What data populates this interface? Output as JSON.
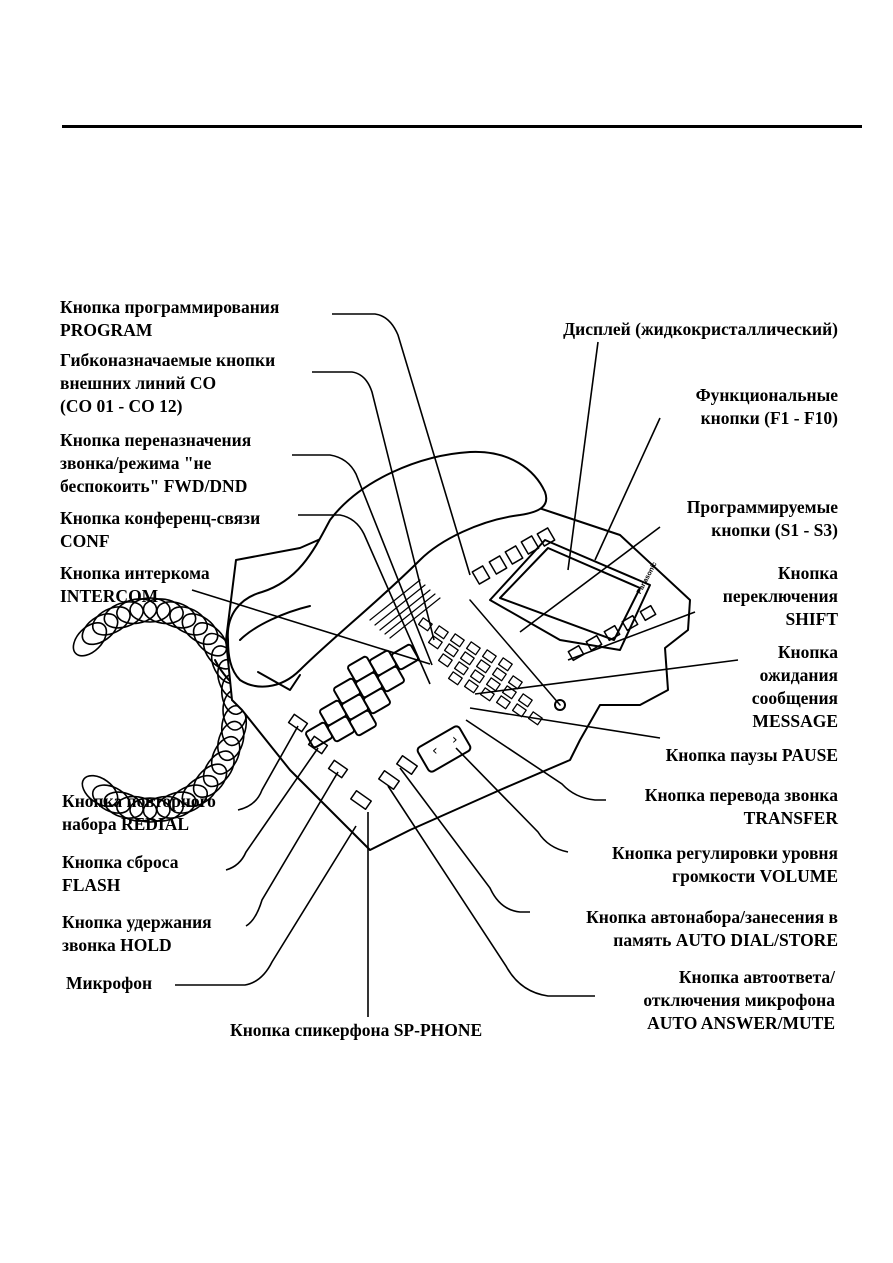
{
  "labels": {
    "program": [
      "Кнопка программирования",
      "PROGRAM"
    ],
    "co_lines": [
      "Гибконазначаемые кнопки",
      "внешних линий CO",
      "(CO 01 - CO 12)"
    ],
    "fwd_dnd": [
      "Кнопка переназначения",
      "звонка/режима \"не",
      "беспокоить\" FWD/DND"
    ],
    "conf": [
      "Кнопка конференц-связи",
      "CONF"
    ],
    "intercom": [
      "Кнопка интеркома",
      "INTERCOM"
    ],
    "redial": [
      "Кнопка повторного",
      "набора REDIAL"
    ],
    "flash": [
      "Кнопка сброса",
      "FLASH"
    ],
    "hold": [
      "Кнопка удержания",
      "звонка HOLD"
    ],
    "microphone": [
      "Микрофон"
    ],
    "sp_phone": [
      "Кнопка спикерфона SP-PHONE"
    ],
    "display": [
      "Дисплей (жидкокристаллический)"
    ],
    "function_keys": [
      "Функциональные",
      "кнопки (F1 - F10)"
    ],
    "prog_keys": [
      "Программируемые",
      "кнопки (S1 - S3)"
    ],
    "shift": [
      "Кнопка",
      "переключения",
      "SHIFT"
    ],
    "message": [
      "Кнопка",
      "ожидания",
      "сообщения",
      "MESSAGE"
    ],
    "pause": [
      "Кнопка паузы PAUSE"
    ],
    "transfer": [
      "Кнопка перевода звонка",
      "TRANSFER"
    ],
    "volume": [
      "Кнопка регулировки уровня",
      "громкости VOLUME"
    ],
    "auto_dial": [
      "Кнопка автонабора/занесения в",
      "память AUTO DIAL/STORE"
    ],
    "auto_answer": [
      "Кнопка автоответа/",
      "отключения микрофона",
      "AUTO ANSWER/MUTE"
    ]
  },
  "brand_mark": "Panasonic"
}
